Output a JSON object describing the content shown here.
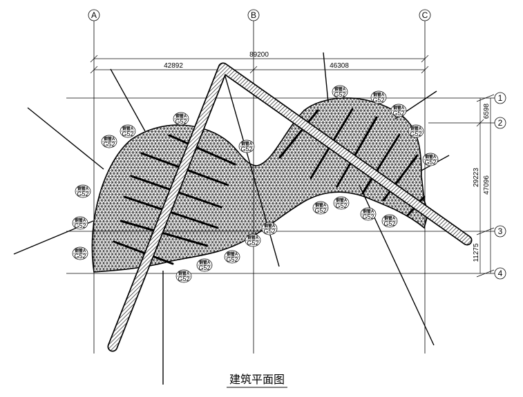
{
  "drawing_title": "建筑平面图",
  "axes_vertical": [
    "A",
    "B",
    "C"
  ],
  "axes_horizontal": [
    "1",
    "2",
    "3",
    "4"
  ],
  "dimensions": {
    "overall_width": "89200",
    "span_ab": "42892",
    "span_bc": "46308",
    "span_12": "6598",
    "span_23": "29223",
    "span_14": "47096",
    "span_34": "11275"
  },
  "member_tag": {
    "top": "钢管A",
    "bottom": "G52"
  }
}
